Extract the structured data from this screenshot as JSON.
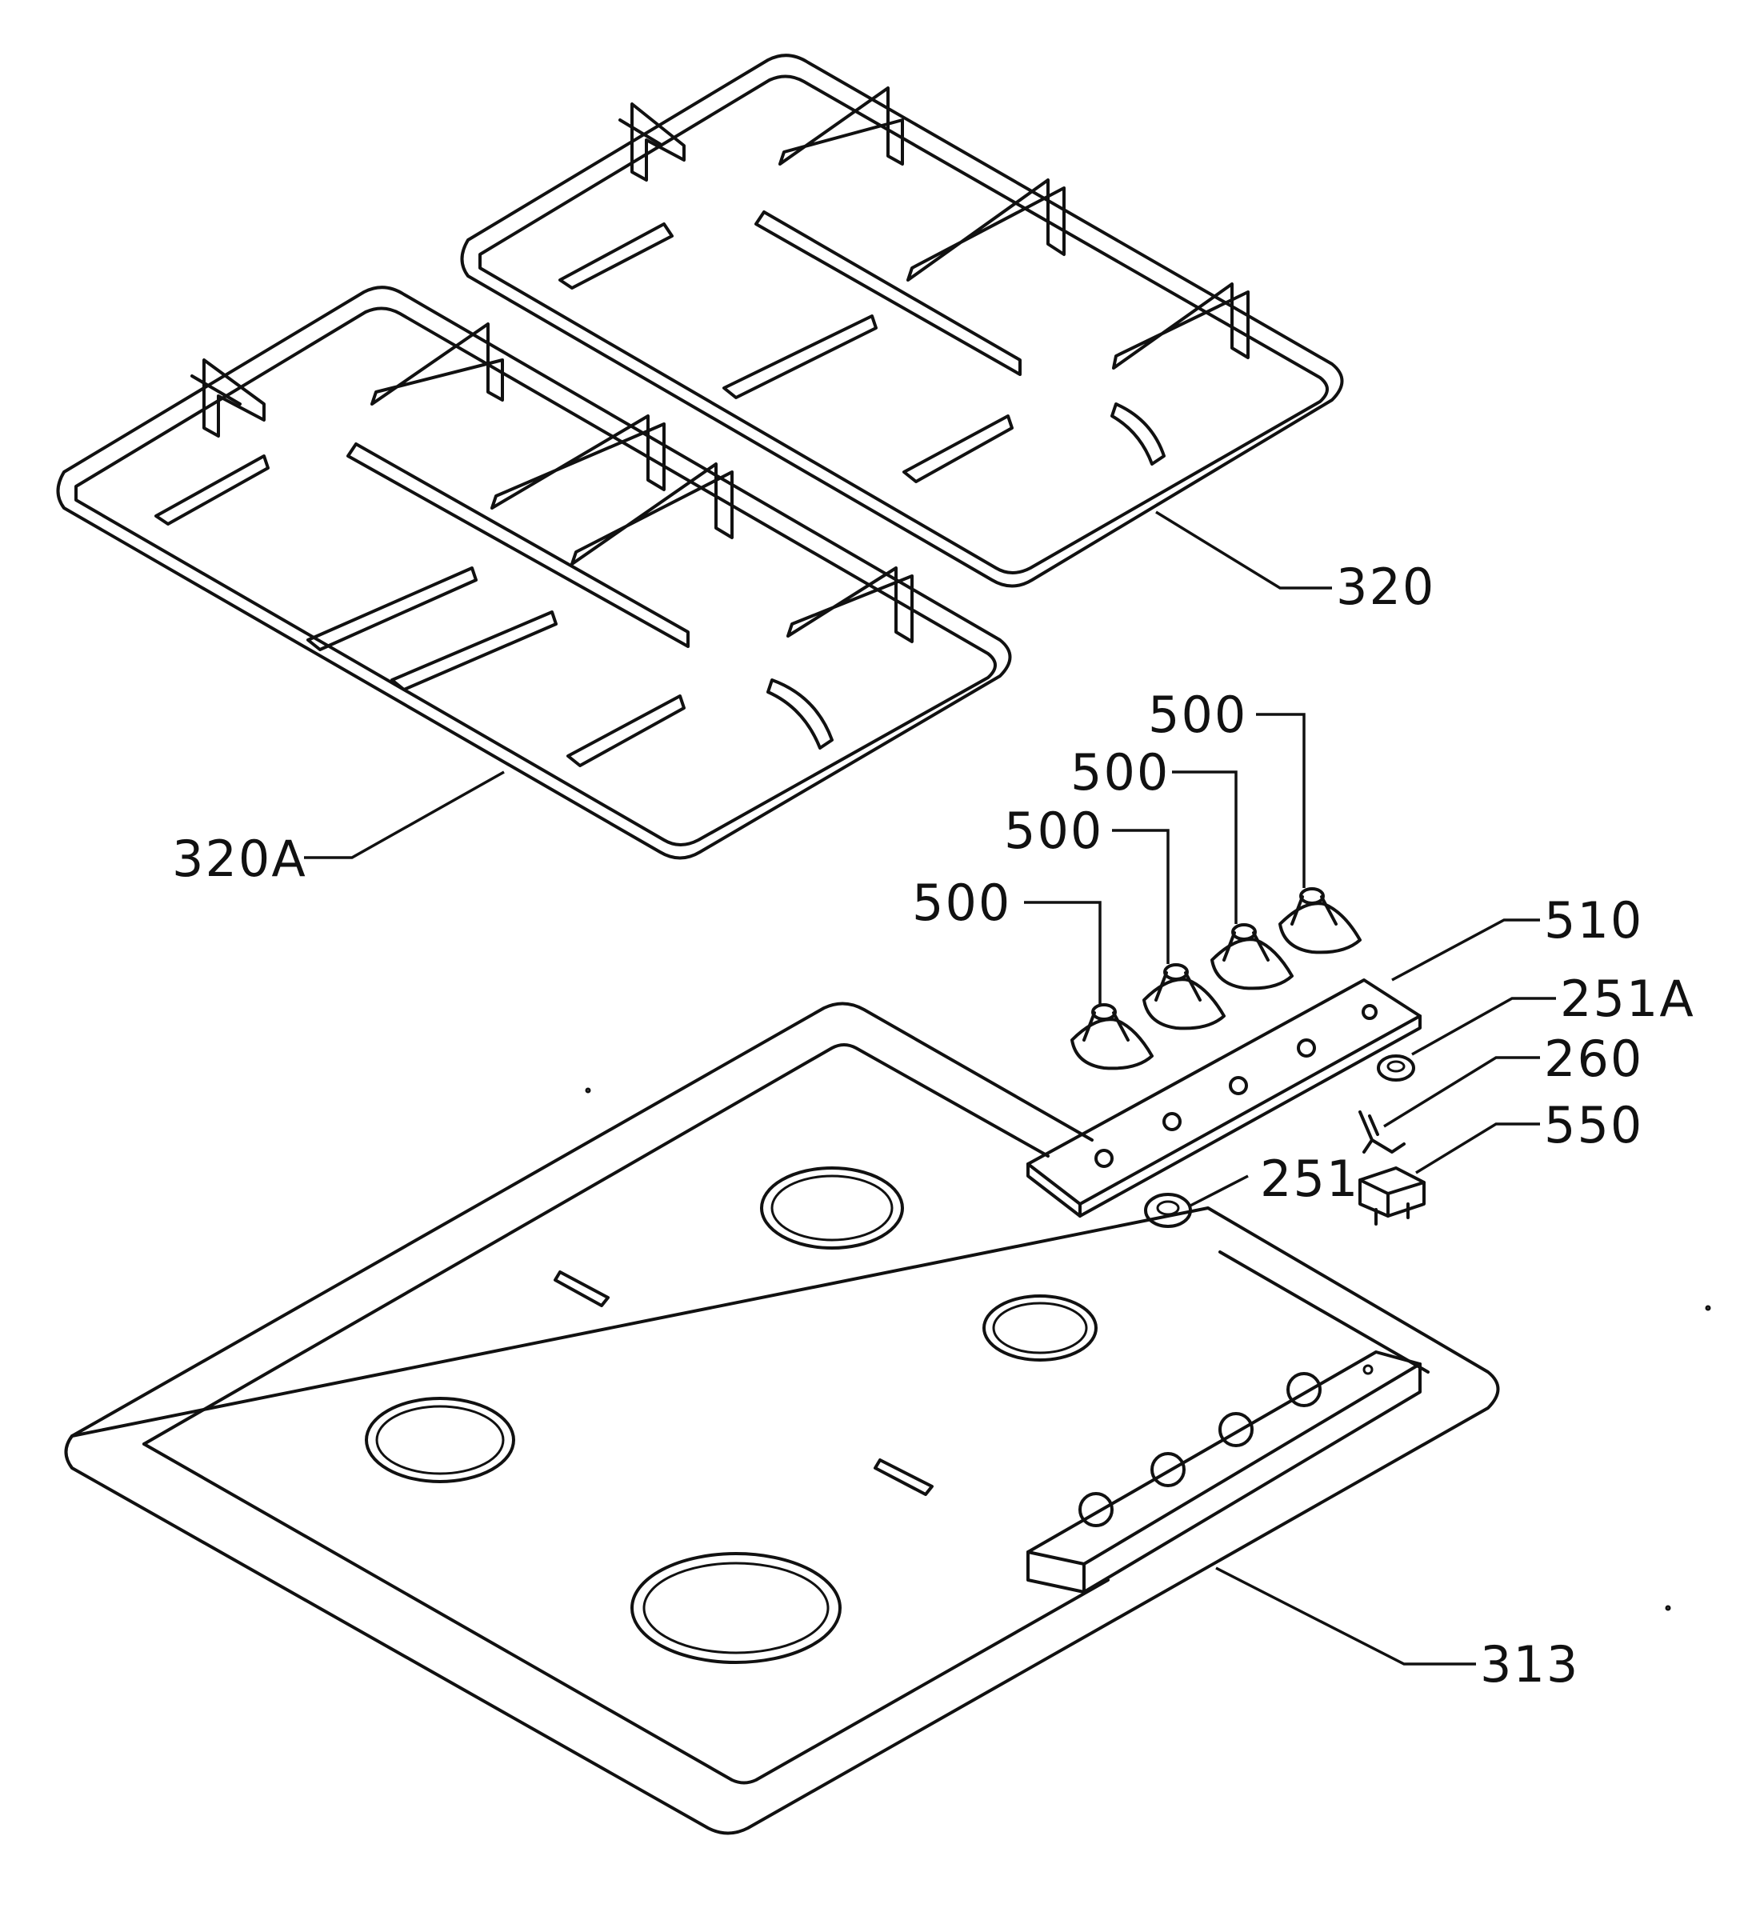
{
  "diagram": {
    "labels": {
      "p320": "320",
      "p320a": "320A",
      "p500_1": "500",
      "p500_2": "500",
      "p500_3": "500",
      "p500_4": "500",
      "p510": "510",
      "p251a": "251A",
      "p260": "260",
      "p550": "550",
      "p251": "251",
      "p313": "313"
    }
  }
}
